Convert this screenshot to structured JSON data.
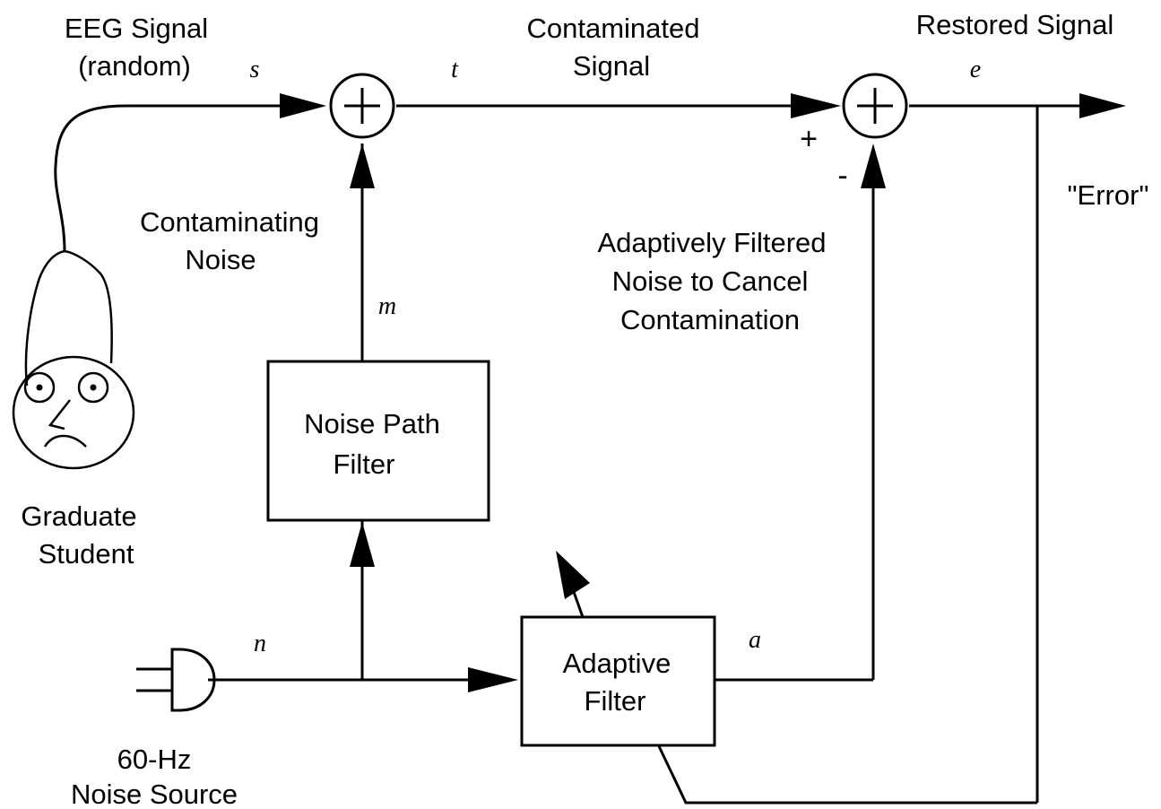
{
  "labels": {
    "eeg_signal_line1": "EEG Signal",
    "eeg_signal_line2": "(random)",
    "contaminated_line1": "Contaminated",
    "contaminated_line2": "Signal",
    "restored_signal": "Restored Signal",
    "error": "\"Error\"",
    "contaminating_line1": "Contaminating",
    "contaminating_line2": "Noise",
    "adaptive_note_line1": "Adaptively Filtered",
    "adaptive_note_line2": "Noise to Cancel",
    "adaptive_note_line3": "Contamination",
    "student_line1": "Graduate",
    "student_line2": "Student",
    "noise_source_line1": "60-Hz",
    "noise_source_line2": "Noise Source"
  },
  "blocks": {
    "noise_path_line1": "Noise Path",
    "noise_path_line2": "Filter",
    "adaptive_line1": "Adaptive",
    "adaptive_line2": "Filter"
  },
  "variables": {
    "s": "s",
    "t": "t",
    "e": "e",
    "m": "m",
    "n": "n",
    "a": "a"
  },
  "signs": {
    "plus": "+",
    "minus": "-"
  }
}
